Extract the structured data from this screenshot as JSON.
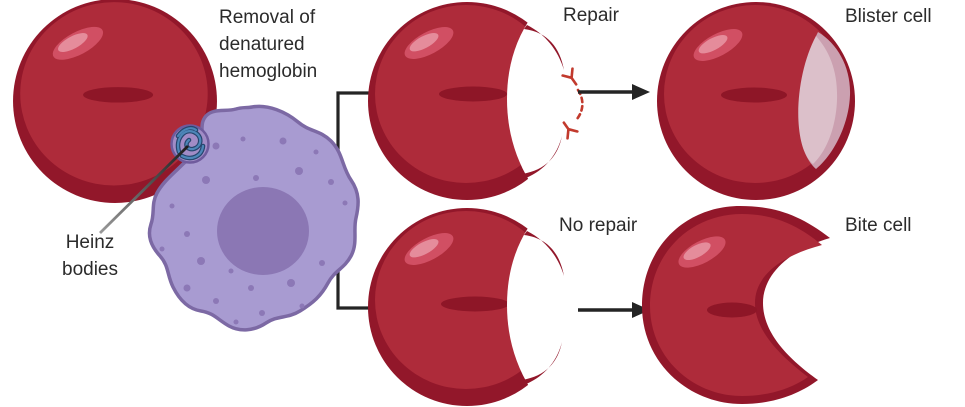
{
  "figure": {
    "process_label": "Removal of denatured hemoglobin",
    "heinz_label": "Heinz bodies",
    "branches": [
      {
        "condition": "Repair",
        "result": "Blister cell"
      },
      {
        "condition": "No repair",
        "result": "Bite cell"
      }
    ]
  },
  "colors": {
    "background": "#ffffff",
    "text": "#2b2b2b",
    "connector": "#242424",
    "leader_dark": "#1d1d1d",
    "leader_light": "#9a9a9a",
    "rbc_body": "#ae2b3a",
    "rbc_rim": "#92172a",
    "rbc_dimple": "#8e1627",
    "rbc_highlight": "#d14f63",
    "rbc_highlight_inner": "#e58c9b",
    "bite_fill": "#ffffff",
    "macrophage_body": "#a89bd1",
    "macrophage_outline": "#7c69a4",
    "macrophage_nucleus": "#8b77b4",
    "macrophage_dot": "#8c78b6",
    "heinz_vesicle": "#a18cc6",
    "heinz_ring": "#6f5b9d",
    "heinz_strand": "#4d86b8",
    "heinz_strand_outline": "#26466e",
    "blister_outer": "#cba0b0",
    "blister_inner": "#dcc0ca",
    "repair_mark": "#c23a2d"
  }
}
